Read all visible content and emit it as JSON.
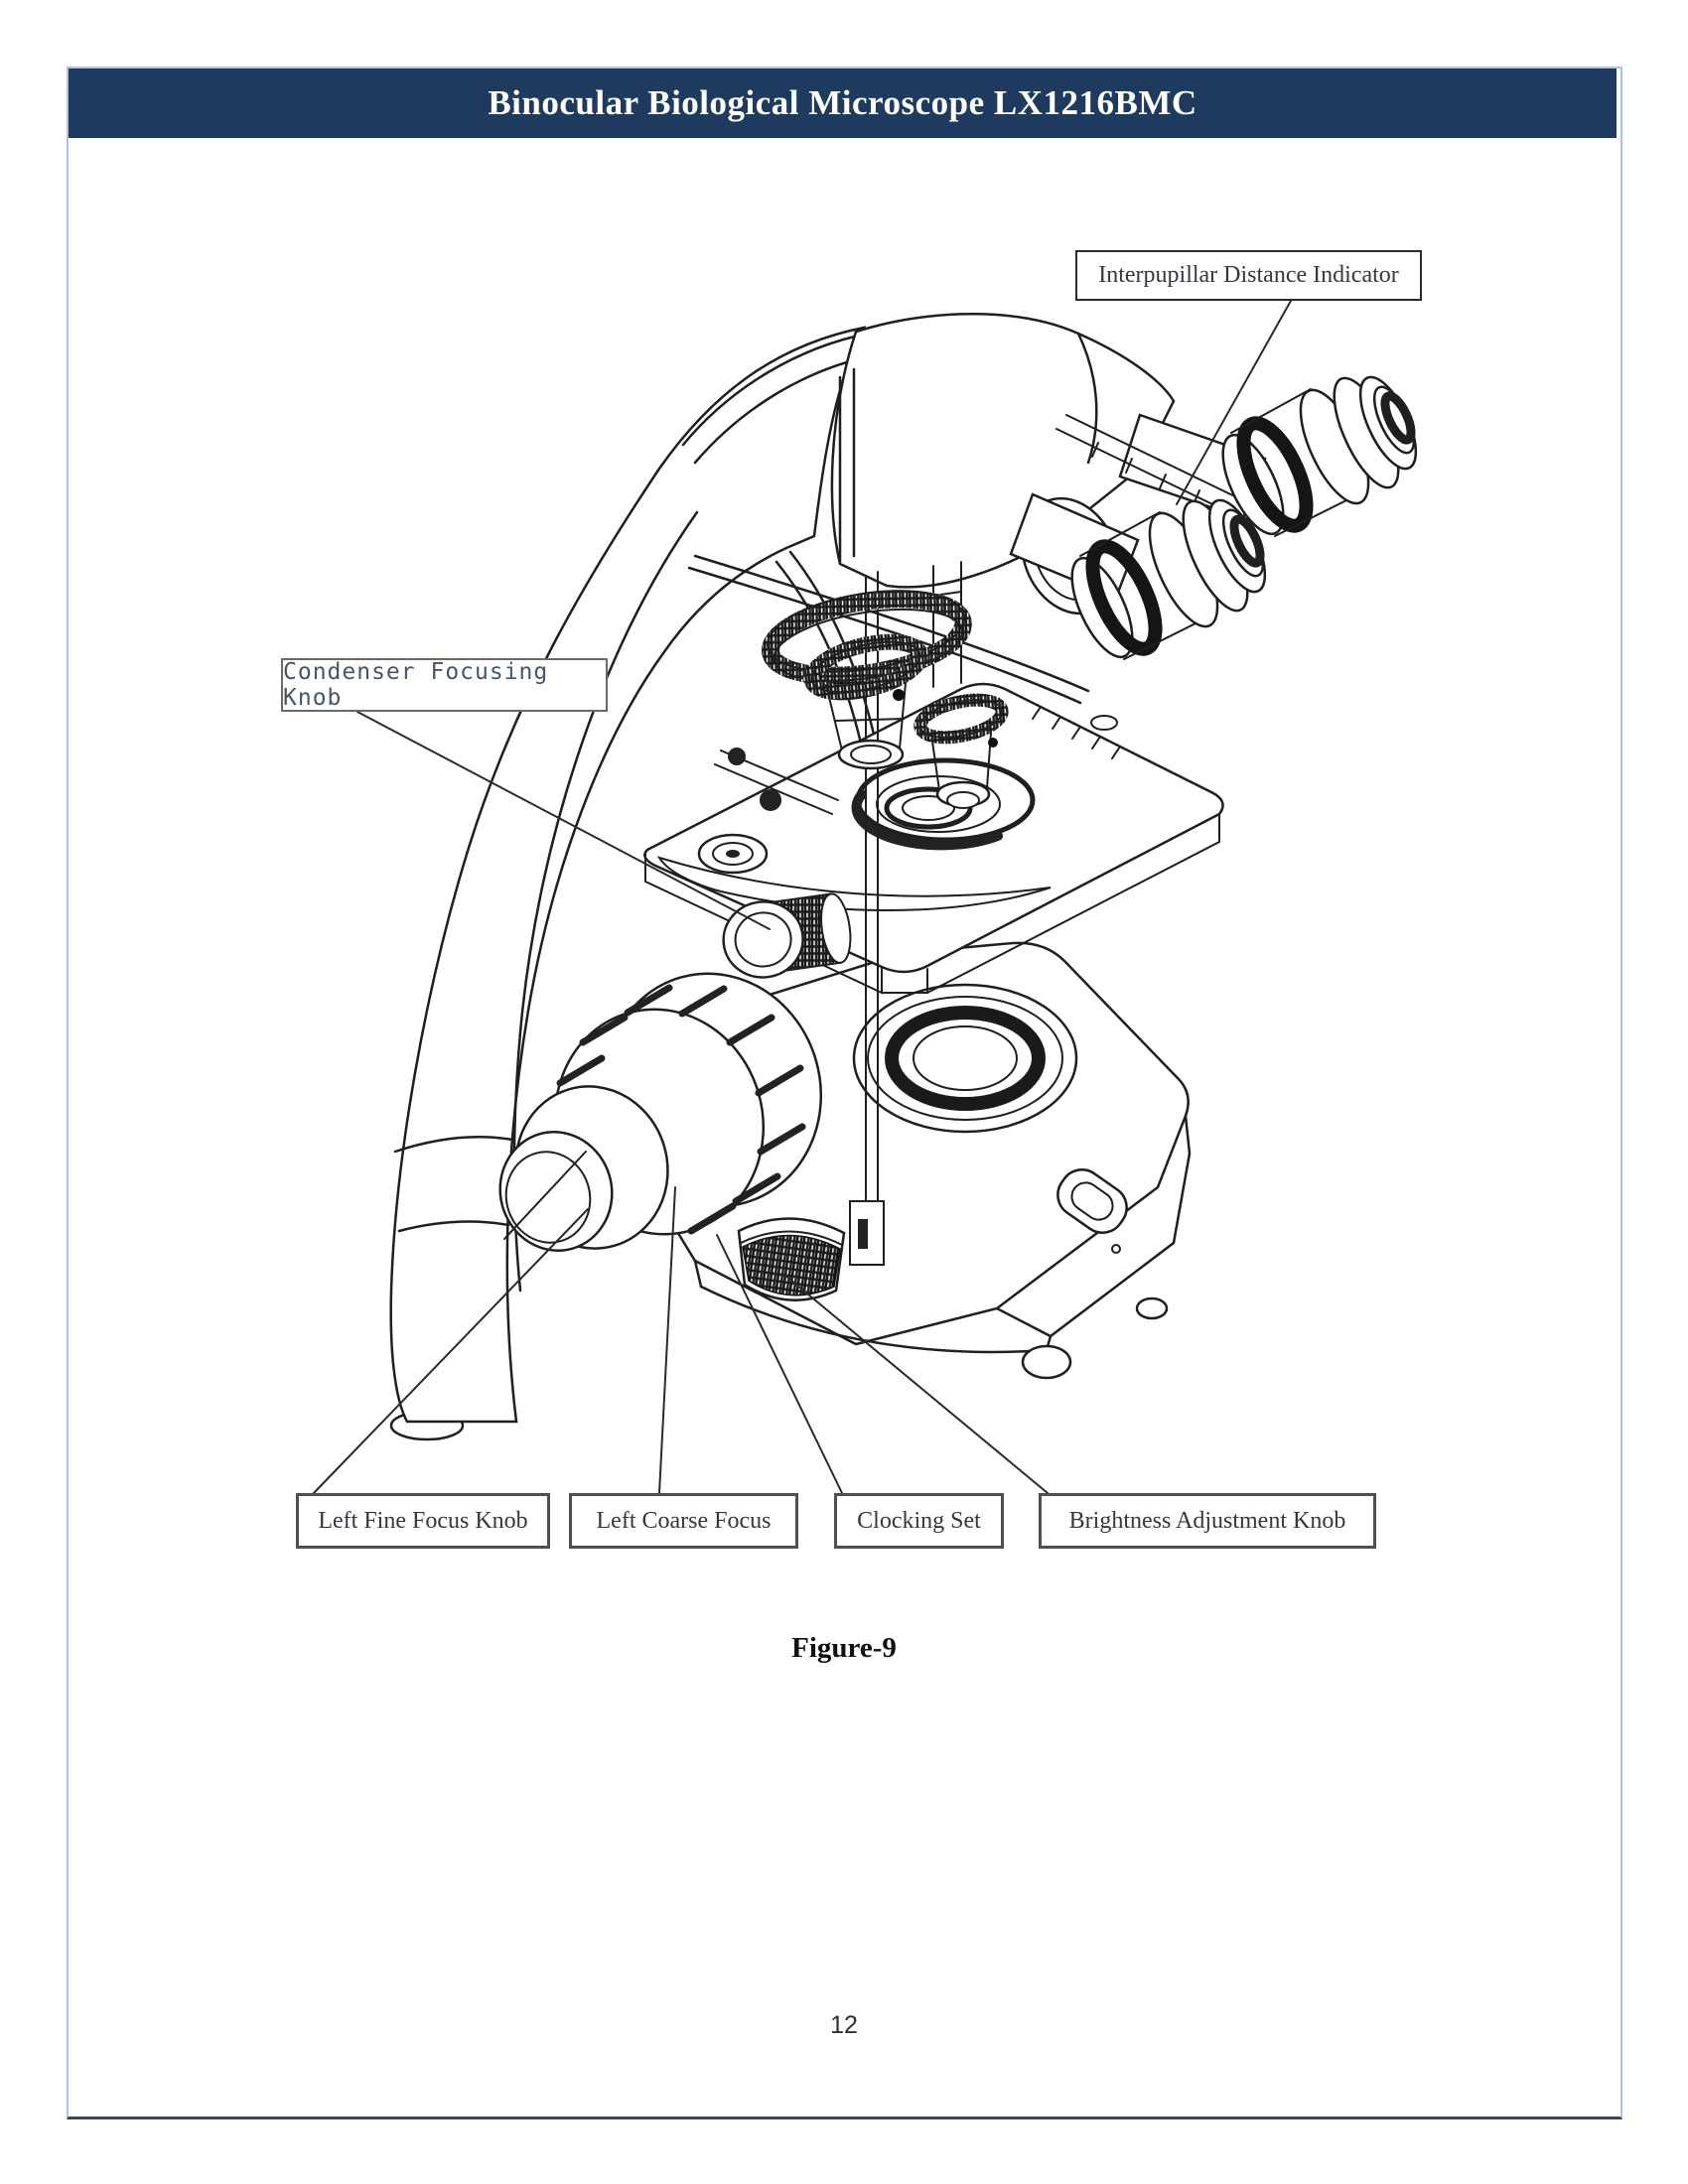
{
  "page": {
    "header_title": "Binocular Biological Microscope LX1216BMC",
    "figure_caption": "Figure-9",
    "page_number": "12"
  },
  "callouts": {
    "interpupillar": "Interpupillar Distance Indicator",
    "condenser": "Condenser Focusing Knob",
    "fine_focus": "Left Fine Focus Knob",
    "coarse_focus": "Left Coarse Focus",
    "clocking": "Clocking Set",
    "brightness": "Brightness Adjustment Knob"
  },
  "figure": {
    "subject": "binocular biological microscope, isometric technical line drawing",
    "ink_color": "#1f1f1f"
  },
  "colors": {
    "header_bg": "#1e3a5f",
    "header_text": "#ffffff",
    "page_border": "#a9c5e4",
    "page_border_bottom": "#3c4654"
  }
}
